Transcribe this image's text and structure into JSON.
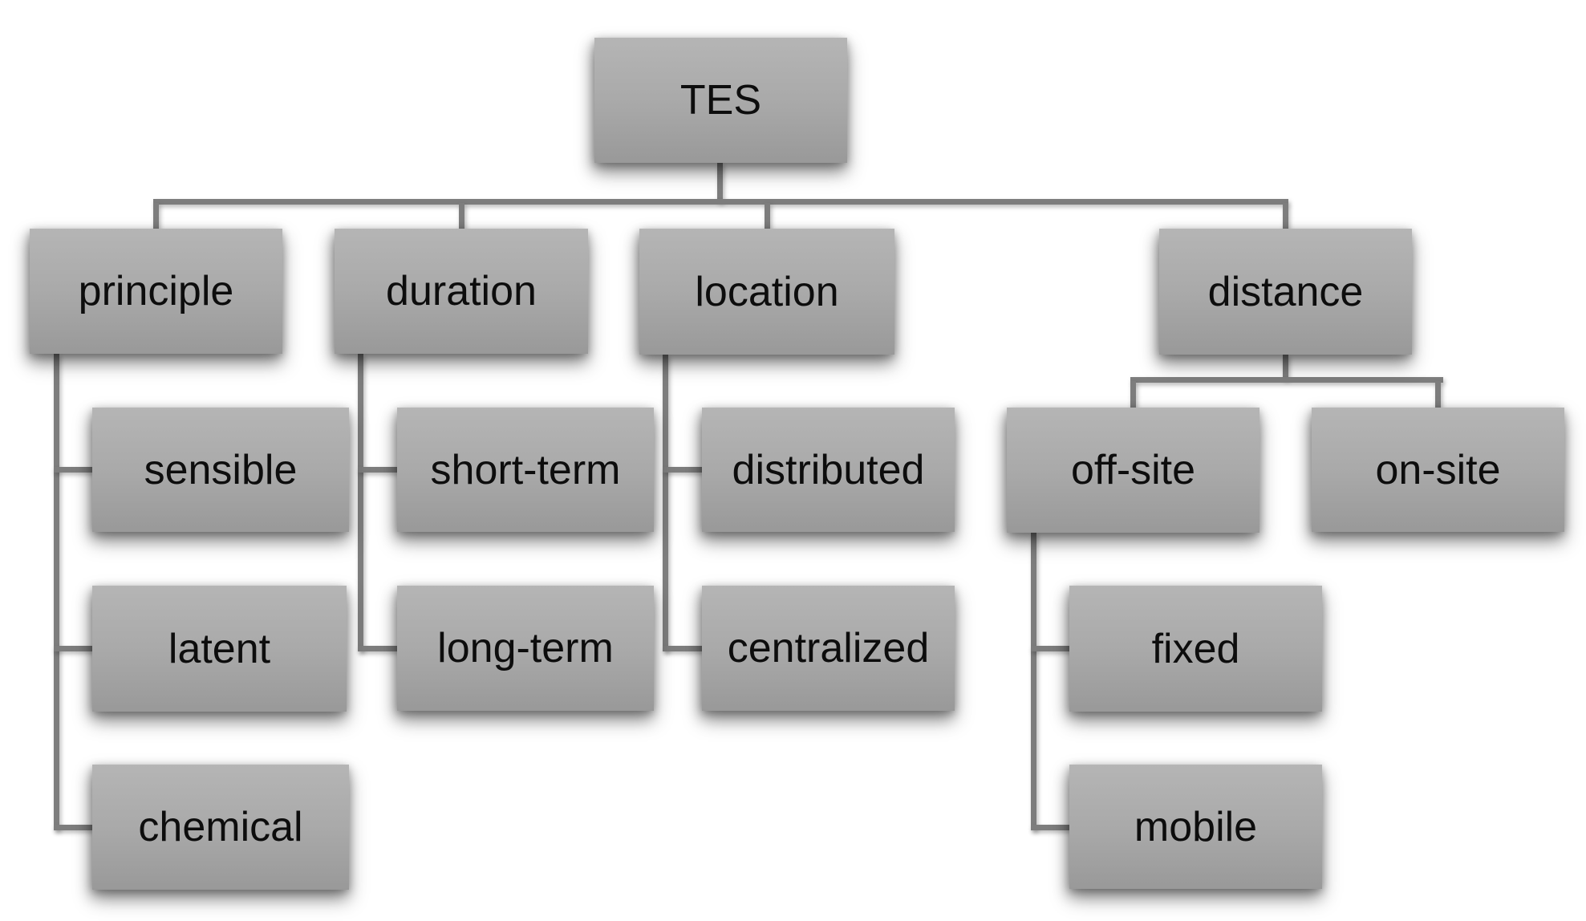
{
  "nodes": {
    "tes": {
      "label": "TES"
    },
    "principle": {
      "label": "principle"
    },
    "duration": {
      "label": "duration"
    },
    "location": {
      "label": "location"
    },
    "distance": {
      "label": "distance"
    },
    "sensible": {
      "label": "sensible"
    },
    "latent": {
      "label": "latent"
    },
    "chemical": {
      "label": "chemical"
    },
    "short_term": {
      "label": "short-term"
    },
    "long_term": {
      "label": "long-term"
    },
    "distributed": {
      "label": "distributed"
    },
    "centralized": {
      "label": "centralized"
    },
    "off_site": {
      "label": "off-site"
    },
    "on_site": {
      "label": "on-site"
    },
    "fixed": {
      "label": "fixed"
    },
    "mobile": {
      "label": "mobile"
    }
  },
  "hierarchy": {
    "label": "TES",
    "children": [
      {
        "label": "principle",
        "children": [
          {
            "label": "sensible"
          },
          {
            "label": "latent"
          },
          {
            "label": "chemical"
          }
        ]
      },
      {
        "label": "duration",
        "children": [
          {
            "label": "short-term"
          },
          {
            "label": "long-term"
          }
        ]
      },
      {
        "label": "location",
        "children": [
          {
            "label": "distributed"
          },
          {
            "label": "centralized"
          }
        ]
      },
      {
        "label": "distance",
        "children": [
          {
            "label": "off-site",
            "children": [
              {
                "label": "fixed"
              },
              {
                "label": "mobile"
              }
            ]
          },
          {
            "label": "on-site"
          }
        ]
      }
    ]
  },
  "colors": {
    "background": "#ffffff",
    "box_top": "#b5b5b5",
    "box_bottom": "#999999",
    "connector": "#7d7d7d",
    "text": "#0d0d0d"
  }
}
